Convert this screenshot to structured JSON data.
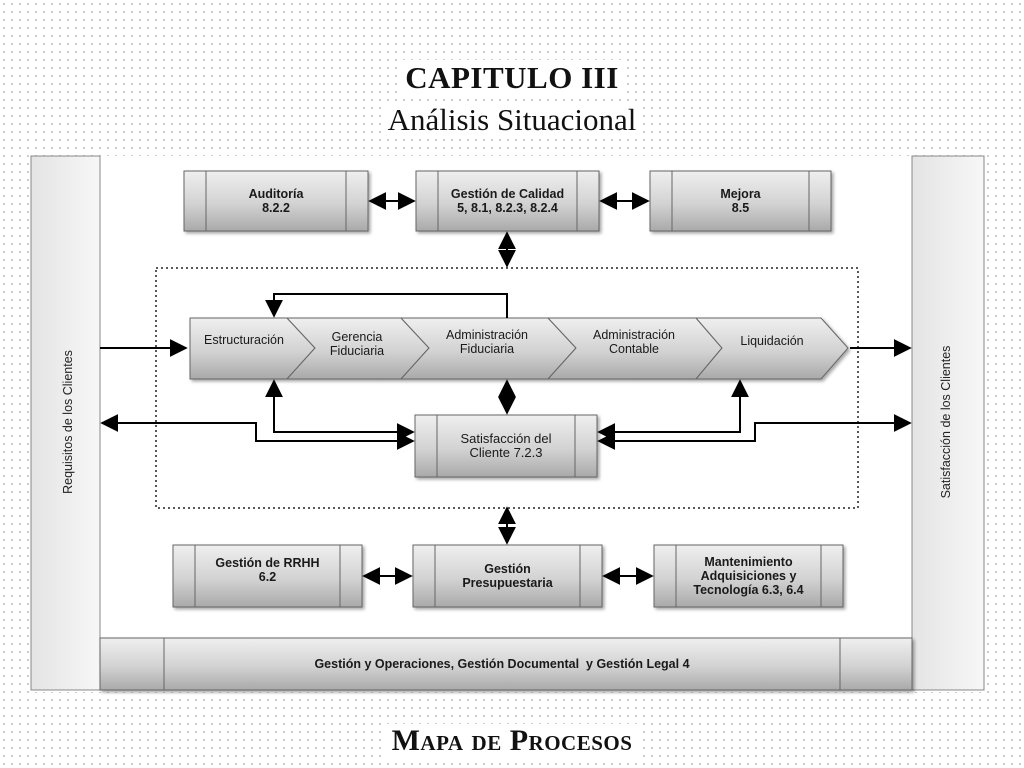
{
  "header": {
    "title": "CAPITULO III",
    "subtitle": "Análisis Situacional"
  },
  "footer": {
    "caption": "Mapa de Procesos"
  },
  "side": {
    "left": "Requisitos de los Clientes",
    "right": "Satisfacción de los Clientes"
  },
  "top_boxes": [
    {
      "line1": "Auditoría",
      "line2": "8.2.2"
    },
    {
      "line1": "Gestión de Calidad",
      "line2": "5, 8.1, 8.2.3, 8.2.4"
    },
    {
      "line1": "Mejora",
      "line2": "8.5"
    }
  ],
  "chain": [
    {
      "line1": "Estructuración",
      "line2": ""
    },
    {
      "line1": "Gerencia",
      "line2": "Fiduciaria"
    },
    {
      "line1": "Administración",
      "line2": "Fiduciaria"
    },
    {
      "line1": "Administración",
      "line2": "Contable"
    },
    {
      "line1": "Liquidación",
      "line2": ""
    }
  ],
  "center_box": {
    "line1": "Satisfacción del",
    "line2": "Cliente 7.2.3"
  },
  "bottom_boxes": [
    {
      "line1": "Gestión de RRHH",
      "line2": "6.2",
      "line3": ""
    },
    {
      "line1": "Gestión",
      "line2": "Presupuestaria",
      "line3": ""
    },
    {
      "line1": "Mantenimiento",
      "line2": "Adquisiciones y",
      "line3": "Tecnología 6.3, 6.4"
    }
  ],
  "base_bar": {
    "label": "Gestión y Operaciones, Gestión Documental  y Gestión Legal 4"
  },
  "colors": {
    "box_fill_top": "#e9e9e9",
    "box_fill_bottom": "#b4b4b4",
    "stroke": "#555555",
    "arrow": "#000000"
  }
}
